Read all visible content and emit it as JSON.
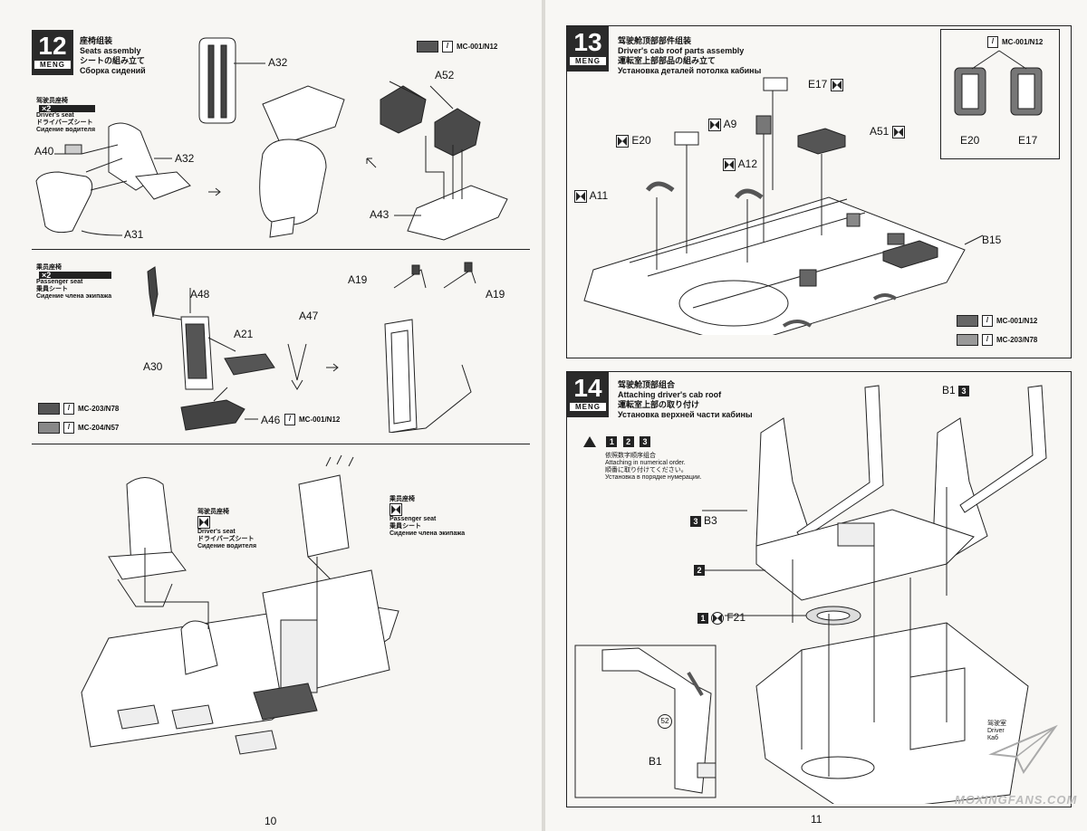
{
  "left_page": {
    "page_number": "10",
    "step12": {
      "number": "12",
      "brand": "MENG",
      "title_cn": "座椅组装",
      "title_en": "Seats assembly",
      "title_jp": "シートの組み立て",
      "title_ru": "Сборка сидений",
      "paint_code": "MC-001/N12",
      "driver": {
        "cn": "驾驶员座椅",
        "en": "Driver's seat",
        "jp": "ドライバーズシート",
        "ru": "Сидение водителя",
        "qty": "×2"
      },
      "parts": [
        "A32",
        "A52",
        "A40",
        "A32",
        "A43",
        "A31"
      ]
    },
    "passenger_block": {
      "cn": "乘员座椅",
      "en": "Passenger seat",
      "jp": "乗員シート",
      "ru": "Сидение члена экипажа",
      "qty": "×2",
      "parts": [
        "A48",
        "A19",
        "A19",
        "A21",
        "A47",
        "A30",
        "A46"
      ],
      "paints": [
        "MC-203/N78",
        "MC-204/N57",
        "MC-001/N12"
      ]
    },
    "overview": {
      "driver": {
        "cn": "驾驶员座椅",
        "en": "Driver's seat",
        "jp": "ドライバーズシート",
        "ru": "Сидение водителя"
      },
      "passenger": {
        "cn": "乘员座椅",
        "en": "Passenger seat",
        "jp": "乗員シート",
        "ru": "Сидение члена экипажа"
      }
    }
  },
  "right_page": {
    "page_number": "11",
    "step13": {
      "number": "13",
      "brand": "MENG",
      "title_cn": "驾驶舱顶部部件组装",
      "title_en": "Driver's cab roof parts assembly",
      "title_jp": "運転室上部部品の組み立て",
      "title_ru": "Установка деталей потолка кабины",
      "inset_paint": "MC-001/N12",
      "inset_parts": [
        "E20",
        "E17"
      ],
      "parts": [
        "E17",
        "A9",
        "A51",
        "E20",
        "A12",
        "A11",
        "B15"
      ],
      "paints": [
        "MC-001/N12",
        "MC-203/N78"
      ]
    },
    "step14": {
      "number": "14",
      "brand": "MENG",
      "title_cn": "驾驶舱顶部组合",
      "title_en": "Attaching driver's cab roof",
      "title_jp": "運転室上部の取り付け",
      "title_ru": "Установка верхней части кабины",
      "order_numbers": [
        "1",
        "2",
        "3"
      ],
      "order_note": {
        "cn": "依照数字顺序组合",
        "en": "Attaching in numerical order.",
        "jp": "順番に取り付けてください。",
        "ru": "Установка в порядке нумерации."
      },
      "parts": [
        "B1",
        "B3",
        "F21",
        "B1"
      ],
      "step_marks": [
        "3",
        "2",
        "1"
      ],
      "callout_number": "52",
      "cab_label": {
        "cn": "驾驶室",
        "en": "Driver",
        "ru": "Каб"
      }
    },
    "watermark": "MOXINGFANS.COM"
  }
}
